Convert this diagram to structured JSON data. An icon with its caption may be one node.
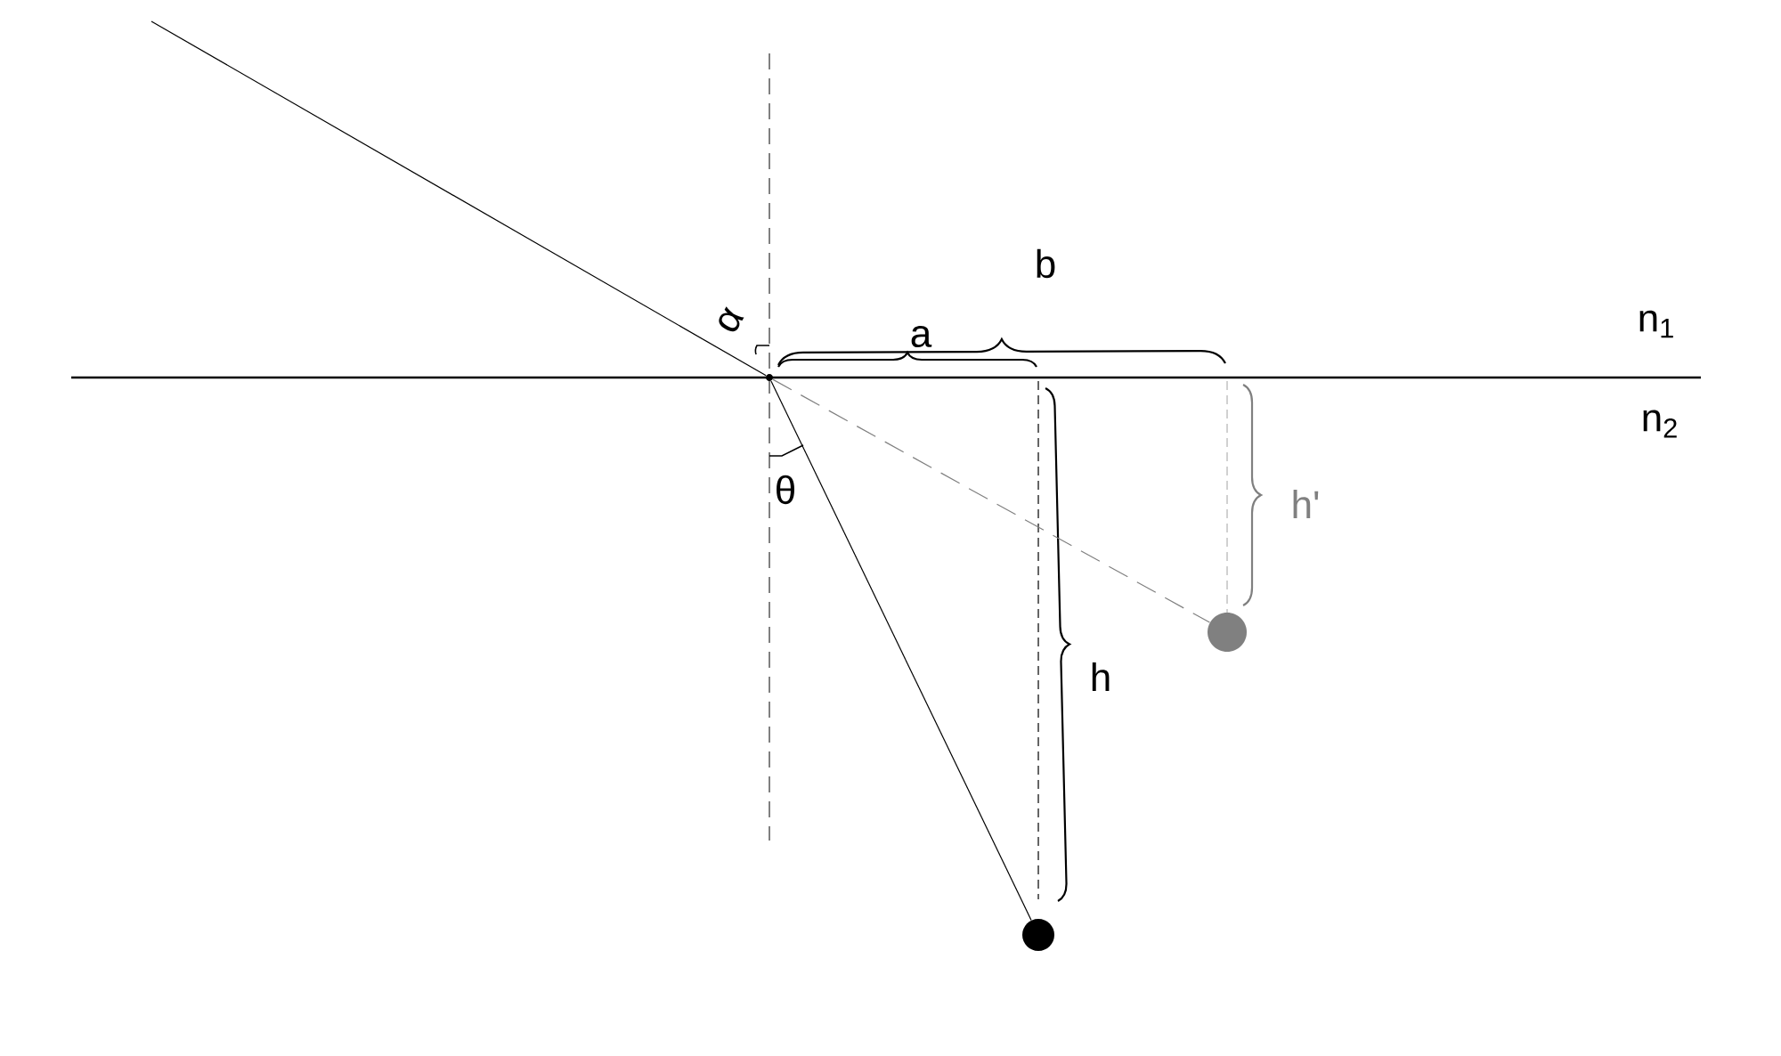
{
  "diagram": {
    "nodes": [
      {
        "text": [],
        "shape": "circle"
      },
      {
        "text": [],
        "shape": "circle"
      },
      {
        "text": [],
        "shape": "point"
      }
    ],
    "edges": [
      {
        "from": null,
        "to": 2,
        "arrow": "none"
      },
      {
        "from": 2,
        "to": 0,
        "arrow": "none"
      },
      {
        "from": 2,
        "to": 1,
        "arrow": "none",
        "style": "dashed",
        "color": "#808080"
      }
    ],
    "labels": [
      "α",
      "b",
      "a",
      "n$_{1}$",
      "n$_{2}$",
      "h'",
      "θ",
      "h"
    ]
  }
}
